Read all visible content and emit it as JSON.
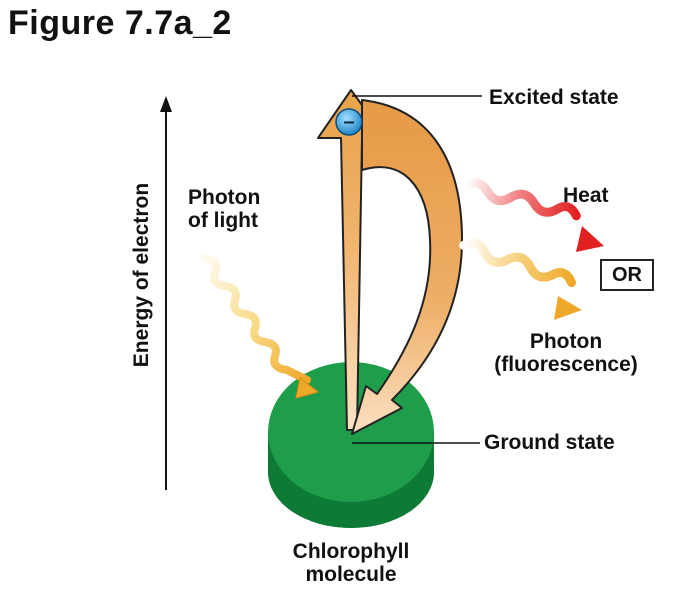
{
  "title": "Figure 7.7a_2",
  "axis_label": "Energy of electron",
  "labels": {
    "excited_state": "Excited state",
    "heat": "Heat",
    "or": "OR",
    "photon_fluorescence_line1": "Photon",
    "photon_fluorescence_line2": "(fluorescence)",
    "photon_light_line1": "Photon",
    "photon_light_line2": "of light",
    "ground_state": "Ground state",
    "chlorophyll_line1": "Chlorophyll",
    "chlorophyll_line2": "molecule"
  },
  "electron_symbol": "–",
  "colors": {
    "chlorophyll": "#1e9e4a",
    "arrow_orange": "#e8a24a",
    "heat_red": "#e12c2c",
    "photon_yellow": "#f0b43a"
  }
}
